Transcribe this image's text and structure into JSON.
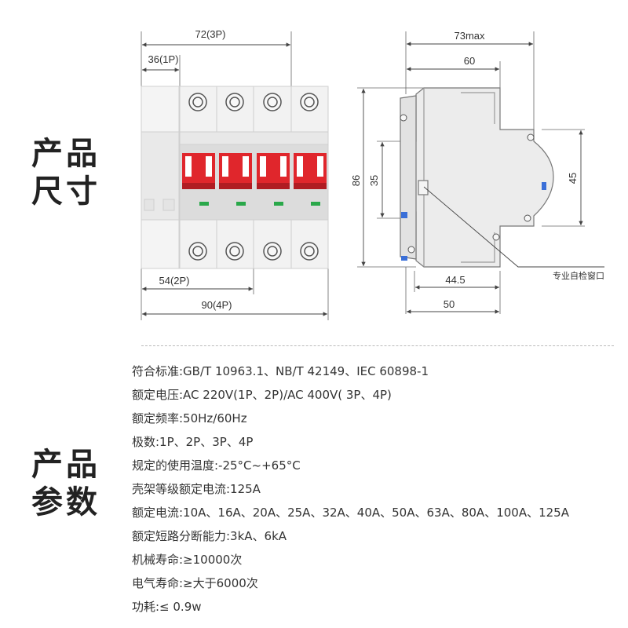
{
  "headings": {
    "size": [
      "产品",
      "尺寸"
    ],
    "params": [
      "产品",
      "参数"
    ]
  },
  "front_dims": {
    "w3p": "72(3P)",
    "w1p": "36(1P)",
    "w2p": "54(2P)",
    "w4p": "90(4P)"
  },
  "side_dims": {
    "max_depth": "73max",
    "depth60": "60",
    "height86": "86",
    "height35": "35",
    "height45": "45",
    "depth445": "44.5",
    "depth50": "50",
    "window_label": "专业自检窗口"
  },
  "specs": [
    "符合标准:GB/T 10963.1、NB/T 42149、IEC 60898-1",
    "额定电压:AC 220V(1P、2P)/AC 400V( 3P、4P)",
    "额定频率:50Hz/60Hz",
    "极数:1P、2P、3P、4P",
    "规定的使用温度:-25°C~+65°C",
    "壳架等级额定电流:125A",
    "额定电流:10A、16A、20A、25A、32A、40A、50A、63A、80A、100A、125A",
    "额定短路分断能力:3kA、6kA",
    "机械寿命:≥10000次",
    "电气寿命:≥大于6000次",
    "功耗:≤ 0.9w"
  ],
  "colors": {
    "handle_red": "#e0262c",
    "indicator_green": "#2aa84a",
    "body_gray": "#ececec"
  }
}
